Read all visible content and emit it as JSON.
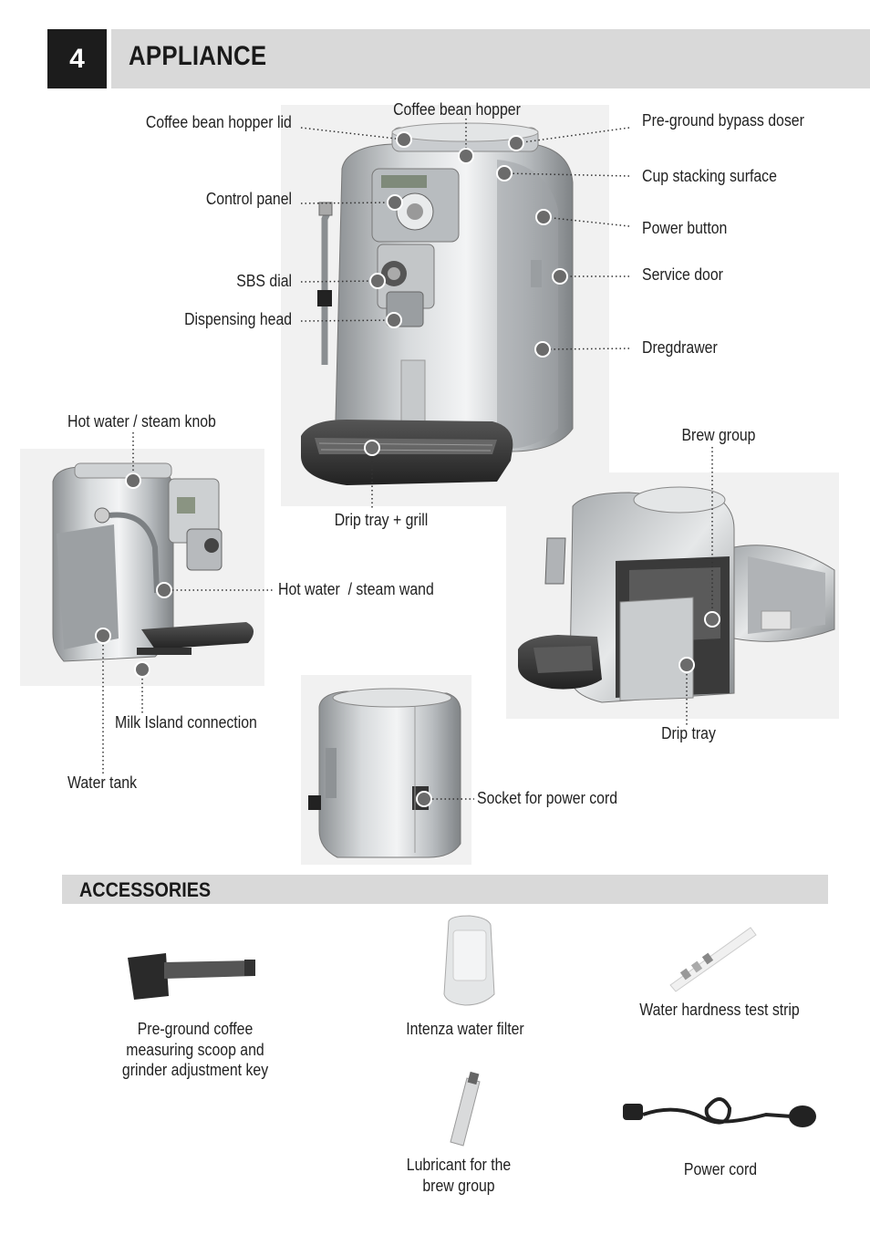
{
  "section": {
    "number": "4",
    "title": "APPLIANCE"
  },
  "labels": {
    "hopper_lid": "Coffee bean hopper lid",
    "hopper": "Coffee bean hopper",
    "bypass": "Pre-ground bypass doser",
    "cup_surface": "Cup stacking surface",
    "control_panel": "Control panel",
    "power_button": "Power button",
    "sbs_dial": "SBS dial",
    "service_door": "Service door",
    "dispensing_head": "Dispensing head",
    "dregdrawer": "Dregdrawer",
    "steam_knob": "Hot water / steam knob",
    "brew_group": "Brew group",
    "drip_grill": "Drip tray + grill",
    "steam_wand": "Hot water  / steam wand",
    "milk_island": "Milk Island connection",
    "drip_tray": "Drip tray",
    "water_tank": "Water tank",
    "socket": "Socket for power cord"
  },
  "accessories": {
    "title": "ACCESSORIES",
    "scoop": [
      "Pre-ground coffee",
      "measuring scoop and",
      "grinder adjustment key"
    ],
    "filter": "Intenza water filter",
    "strip": "Water hardness test strip",
    "lubricant": [
      "Lubricant for the",
      "brew group"
    ],
    "cord": "Power cord"
  }
}
